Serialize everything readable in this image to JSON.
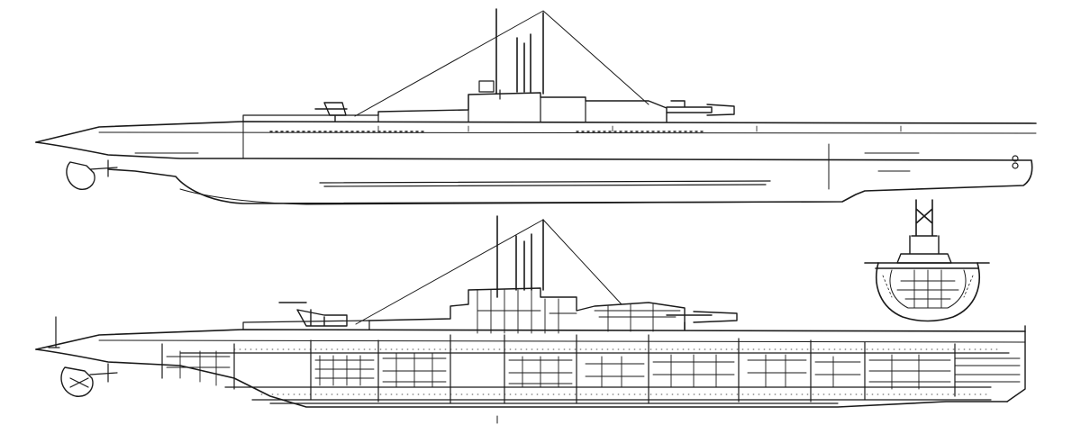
{
  "drawing": {
    "subject": "submarine",
    "views": [
      "outboard-profile",
      "inboard-profile",
      "midship-cross-section"
    ],
    "ink_color": "#1a1a1a",
    "paper_color": "#ffffff",
    "labels": []
  }
}
